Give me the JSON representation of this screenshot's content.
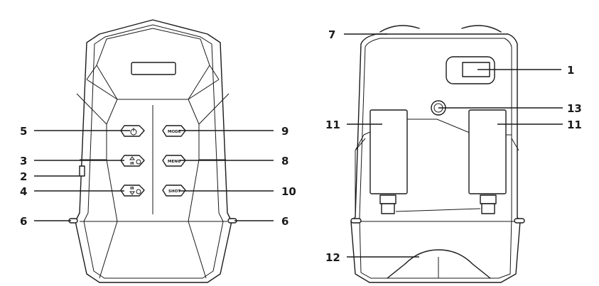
{
  "callouts_front": {
    "c5": "5",
    "c3": "3",
    "c2": "2",
    "c4": "4",
    "c6_left": "6",
    "c9": "9",
    "c8": "8",
    "c10": "10",
    "c6_right": "6"
  },
  "callouts_back": {
    "c7": "7",
    "c1": "1",
    "c13": "13",
    "c11_left": "11",
    "c11_right": "11",
    "c12": "12"
  },
  "buttons": {
    "mode": "MODE",
    "menu": "MENU",
    "shot": "SHOT",
    "ir": "IR"
  }
}
